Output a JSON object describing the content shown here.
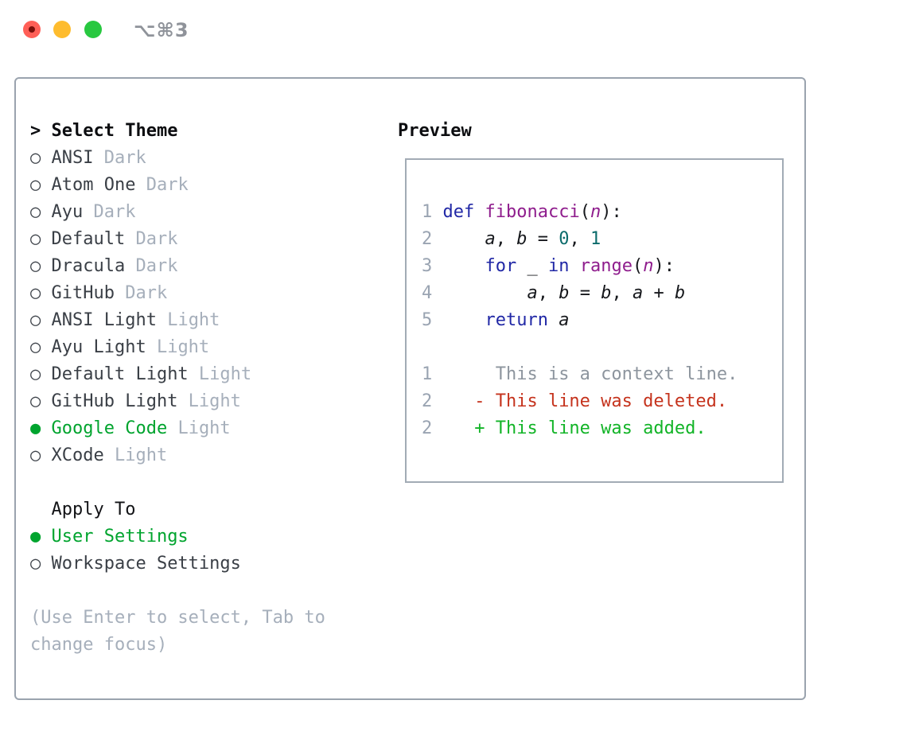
{
  "window": {
    "title": "⌥⌘3"
  },
  "theme_picker": {
    "header_prefix": ">",
    "header_label": "Select Theme",
    "themes": [
      {
        "name": "ANSI",
        "variant": "Dark",
        "selected": false
      },
      {
        "name": "Atom One",
        "variant": "Dark",
        "selected": false
      },
      {
        "name": "Ayu",
        "variant": "Dark",
        "selected": false
      },
      {
        "name": "Default",
        "variant": "Dark",
        "selected": false
      },
      {
        "name": "Dracula",
        "variant": "Dark",
        "selected": false
      },
      {
        "name": "GitHub",
        "variant": "Dark",
        "selected": false
      },
      {
        "name": "ANSI Light",
        "variant": "Light",
        "selected": false
      },
      {
        "name": "Ayu Light",
        "variant": "Light",
        "selected": false
      },
      {
        "name": "Default Light",
        "variant": "Light",
        "selected": false
      },
      {
        "name": "GitHub Light",
        "variant": "Light",
        "selected": false
      },
      {
        "name": "Google Code",
        "variant": "Light",
        "selected": true
      },
      {
        "name": "XCode",
        "variant": "Light",
        "selected": false
      }
    ],
    "apply_to": {
      "label": "Apply To",
      "options": [
        {
          "label": "User Settings",
          "selected": true
        },
        {
          "label": "Workspace Settings",
          "selected": false
        }
      ]
    },
    "hint": "(Use Enter to select, Tab to change focus)"
  },
  "preview": {
    "label": "Preview",
    "code_lines": [
      {
        "num": "1",
        "tokens": [
          [
            "kw",
            "def"
          ],
          [
            "pl",
            " "
          ],
          [
            "fn",
            "fibonacci"
          ],
          [
            "pl",
            "("
          ],
          [
            "param",
            "n"
          ],
          [
            "pl",
            "):"
          ]
        ]
      },
      {
        "num": "2",
        "tokens": [
          [
            "pl",
            "    "
          ],
          [
            "var",
            "a"
          ],
          [
            "pl",
            ", "
          ],
          [
            "var",
            "b"
          ],
          [
            "pl",
            " = "
          ],
          [
            "num",
            "0"
          ],
          [
            "pl",
            ", "
          ],
          [
            "num",
            "1"
          ]
        ]
      },
      {
        "num": "3",
        "tokens": [
          [
            "pl",
            "    "
          ],
          [
            "kw",
            "for"
          ],
          [
            "pl",
            " "
          ],
          [
            "var",
            "_"
          ],
          [
            "pl",
            " "
          ],
          [
            "kw",
            "in"
          ],
          [
            "pl",
            " "
          ],
          [
            "fn",
            "range"
          ],
          [
            "pl",
            "("
          ],
          [
            "param",
            "n"
          ],
          [
            "pl",
            "):"
          ]
        ]
      },
      {
        "num": "4",
        "tokens": [
          [
            "pl",
            "        "
          ],
          [
            "var",
            "a"
          ],
          [
            "pl",
            ", "
          ],
          [
            "var",
            "b"
          ],
          [
            "pl",
            " = "
          ],
          [
            "var",
            "b"
          ],
          [
            "pl",
            ", "
          ],
          [
            "var",
            "a"
          ],
          [
            "pl",
            " + "
          ],
          [
            "var",
            "b"
          ]
        ]
      },
      {
        "num": "5",
        "tokens": [
          [
            "pl",
            "    "
          ],
          [
            "kw",
            "return"
          ],
          [
            "pl",
            " "
          ],
          [
            "var",
            "a"
          ]
        ]
      }
    ],
    "diff_lines": [
      {
        "num": "1",
        "marker": " ",
        "text": "This is a context line.",
        "type": "context"
      },
      {
        "num": "2",
        "marker": "-",
        "text": "This line was deleted.",
        "type": "deleted"
      },
      {
        "num": "2",
        "marker": "+",
        "text": "This line was added.",
        "type": "added"
      }
    ]
  },
  "icons": {
    "unselected_radio": "○",
    "selected_radio": "●"
  },
  "colors": {
    "selected_green": "#00a42e",
    "keyword_blue": "#2128a6",
    "function_purple": "#8f1d8d",
    "number_teal": "#0b6b6b",
    "diff_deleted_red": "#c5331d",
    "diff_added_green": "#12b427",
    "diff_context_gray": "#8d959e",
    "line_number_gray": "#9aa4b2",
    "muted_gray": "#a6afbb",
    "panel_border_gray": "#9aa3ae",
    "traffic_close": "#ff5f57",
    "traffic_minimize": "#febc2e",
    "traffic_zoom": "#28c840"
  }
}
